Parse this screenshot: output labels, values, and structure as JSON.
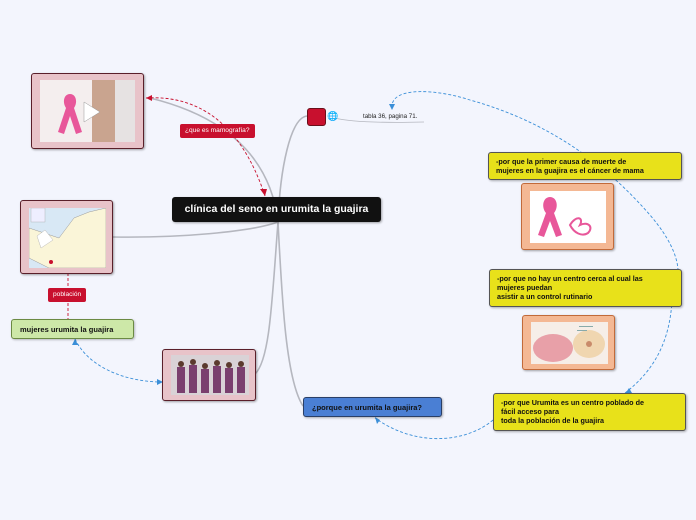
{
  "central": {
    "title": "clínica del seno en urumita la guajira"
  },
  "labels": {
    "mammography": "¿que es mamografía?",
    "population": "población",
    "table_ref": "tabla 36, pagina 71."
  },
  "topics": {
    "women": "mujeres urumita la guajira",
    "why_urumita": "¿porque en urumita la guajira?",
    "reason1": [
      "-por que la primer causa de muerte de",
      "mujeres en la guajira es el cáncer de mama"
    ],
    "reason2": [
      "-por que no hay un centro cerca al cual las",
      "mujeres puedan",
      "asistir a un control rutinario"
    ],
    "reason3": [
      "-por que Urumita es un centro poblado de",
      "fácil acceso para",
      "toda la población de la guajira"
    ]
  },
  "icons": {
    "globe": "globe-icon",
    "play": "play-icon",
    "ribbon": "pink-ribbon-icon"
  },
  "colors": {
    "central_bg": "#111111",
    "label_red": "#c8102e",
    "yellow": "#e8e11a",
    "blue": "#4a7fd4",
    "green": "#cde8a8",
    "dashed_link": "#3b8fd8"
  }
}
